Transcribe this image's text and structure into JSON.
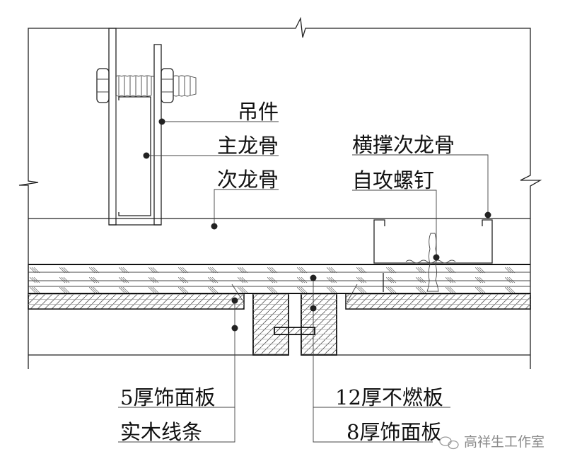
{
  "diagram": {
    "title": "Ceiling board joint with solid wood trim — section detail",
    "labels": {
      "hanger": "吊件",
      "main_keel": "主龙骨",
      "secondary_keel": "次龙骨",
      "cross_secondary_keel": "横撑次龙骨",
      "self_tapping_screw": "自攻螺钉",
      "face_board_5mm": "5厚饰面板",
      "solid_wood_trim": "实木线条",
      "noncombustible_board_12mm": "12厚不燃板",
      "face_board_8mm": "8厚饰面板"
    },
    "watermark": "高祥生工作室",
    "watermark_icon": "wechat-icon"
  }
}
